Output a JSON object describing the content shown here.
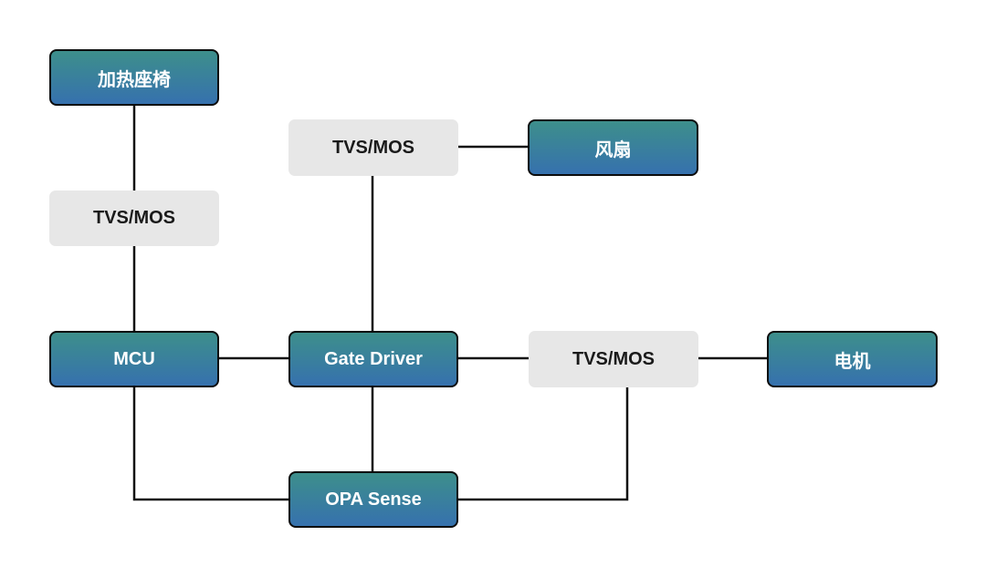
{
  "diagram": {
    "nodes": {
      "heated_seat": {
        "label": "加热座椅",
        "kind": "module"
      },
      "tvs_mos_seat": {
        "label": "TVS/MOS",
        "kind": "protection"
      },
      "tvs_mos_fan": {
        "label": "TVS/MOS",
        "kind": "protection"
      },
      "fan": {
        "label": "风扇",
        "kind": "module"
      },
      "mcu": {
        "label": "MCU",
        "kind": "module"
      },
      "gate_driver": {
        "label": "Gate Driver",
        "kind": "module"
      },
      "tvs_mos_motor": {
        "label": "TVS/MOS",
        "kind": "protection"
      },
      "motor": {
        "label": "电机",
        "kind": "module"
      },
      "opa_sense": {
        "label": "OPA Sense",
        "kind": "module"
      }
    },
    "connections": [
      {
        "from": "heated_seat",
        "to": "tvs_mos_seat"
      },
      {
        "from": "tvs_mos_seat",
        "to": "mcu"
      },
      {
        "from": "mcu",
        "to": "gate_driver"
      },
      {
        "from": "gate_driver",
        "to": "tvs_mos_fan"
      },
      {
        "from": "tvs_mos_fan",
        "to": "fan"
      },
      {
        "from": "gate_driver",
        "to": "tvs_mos_motor"
      },
      {
        "from": "tvs_mos_motor",
        "to": "motor"
      },
      {
        "from": "gate_driver",
        "to": "opa_sense"
      },
      {
        "from": "mcu",
        "to": "opa_sense"
      },
      {
        "from": "tvs_mos_motor",
        "to": "opa_sense"
      }
    ],
    "colors": {
      "module_gradient_top": "#3d8f8b",
      "module_gradient_bottom": "#3671ae",
      "module_border": "#0c0c0c",
      "module_text": "#ffffff",
      "protection_fill": "#e7e7e7",
      "protection_text": "#1a1a1a",
      "wire": "#111111"
    }
  }
}
